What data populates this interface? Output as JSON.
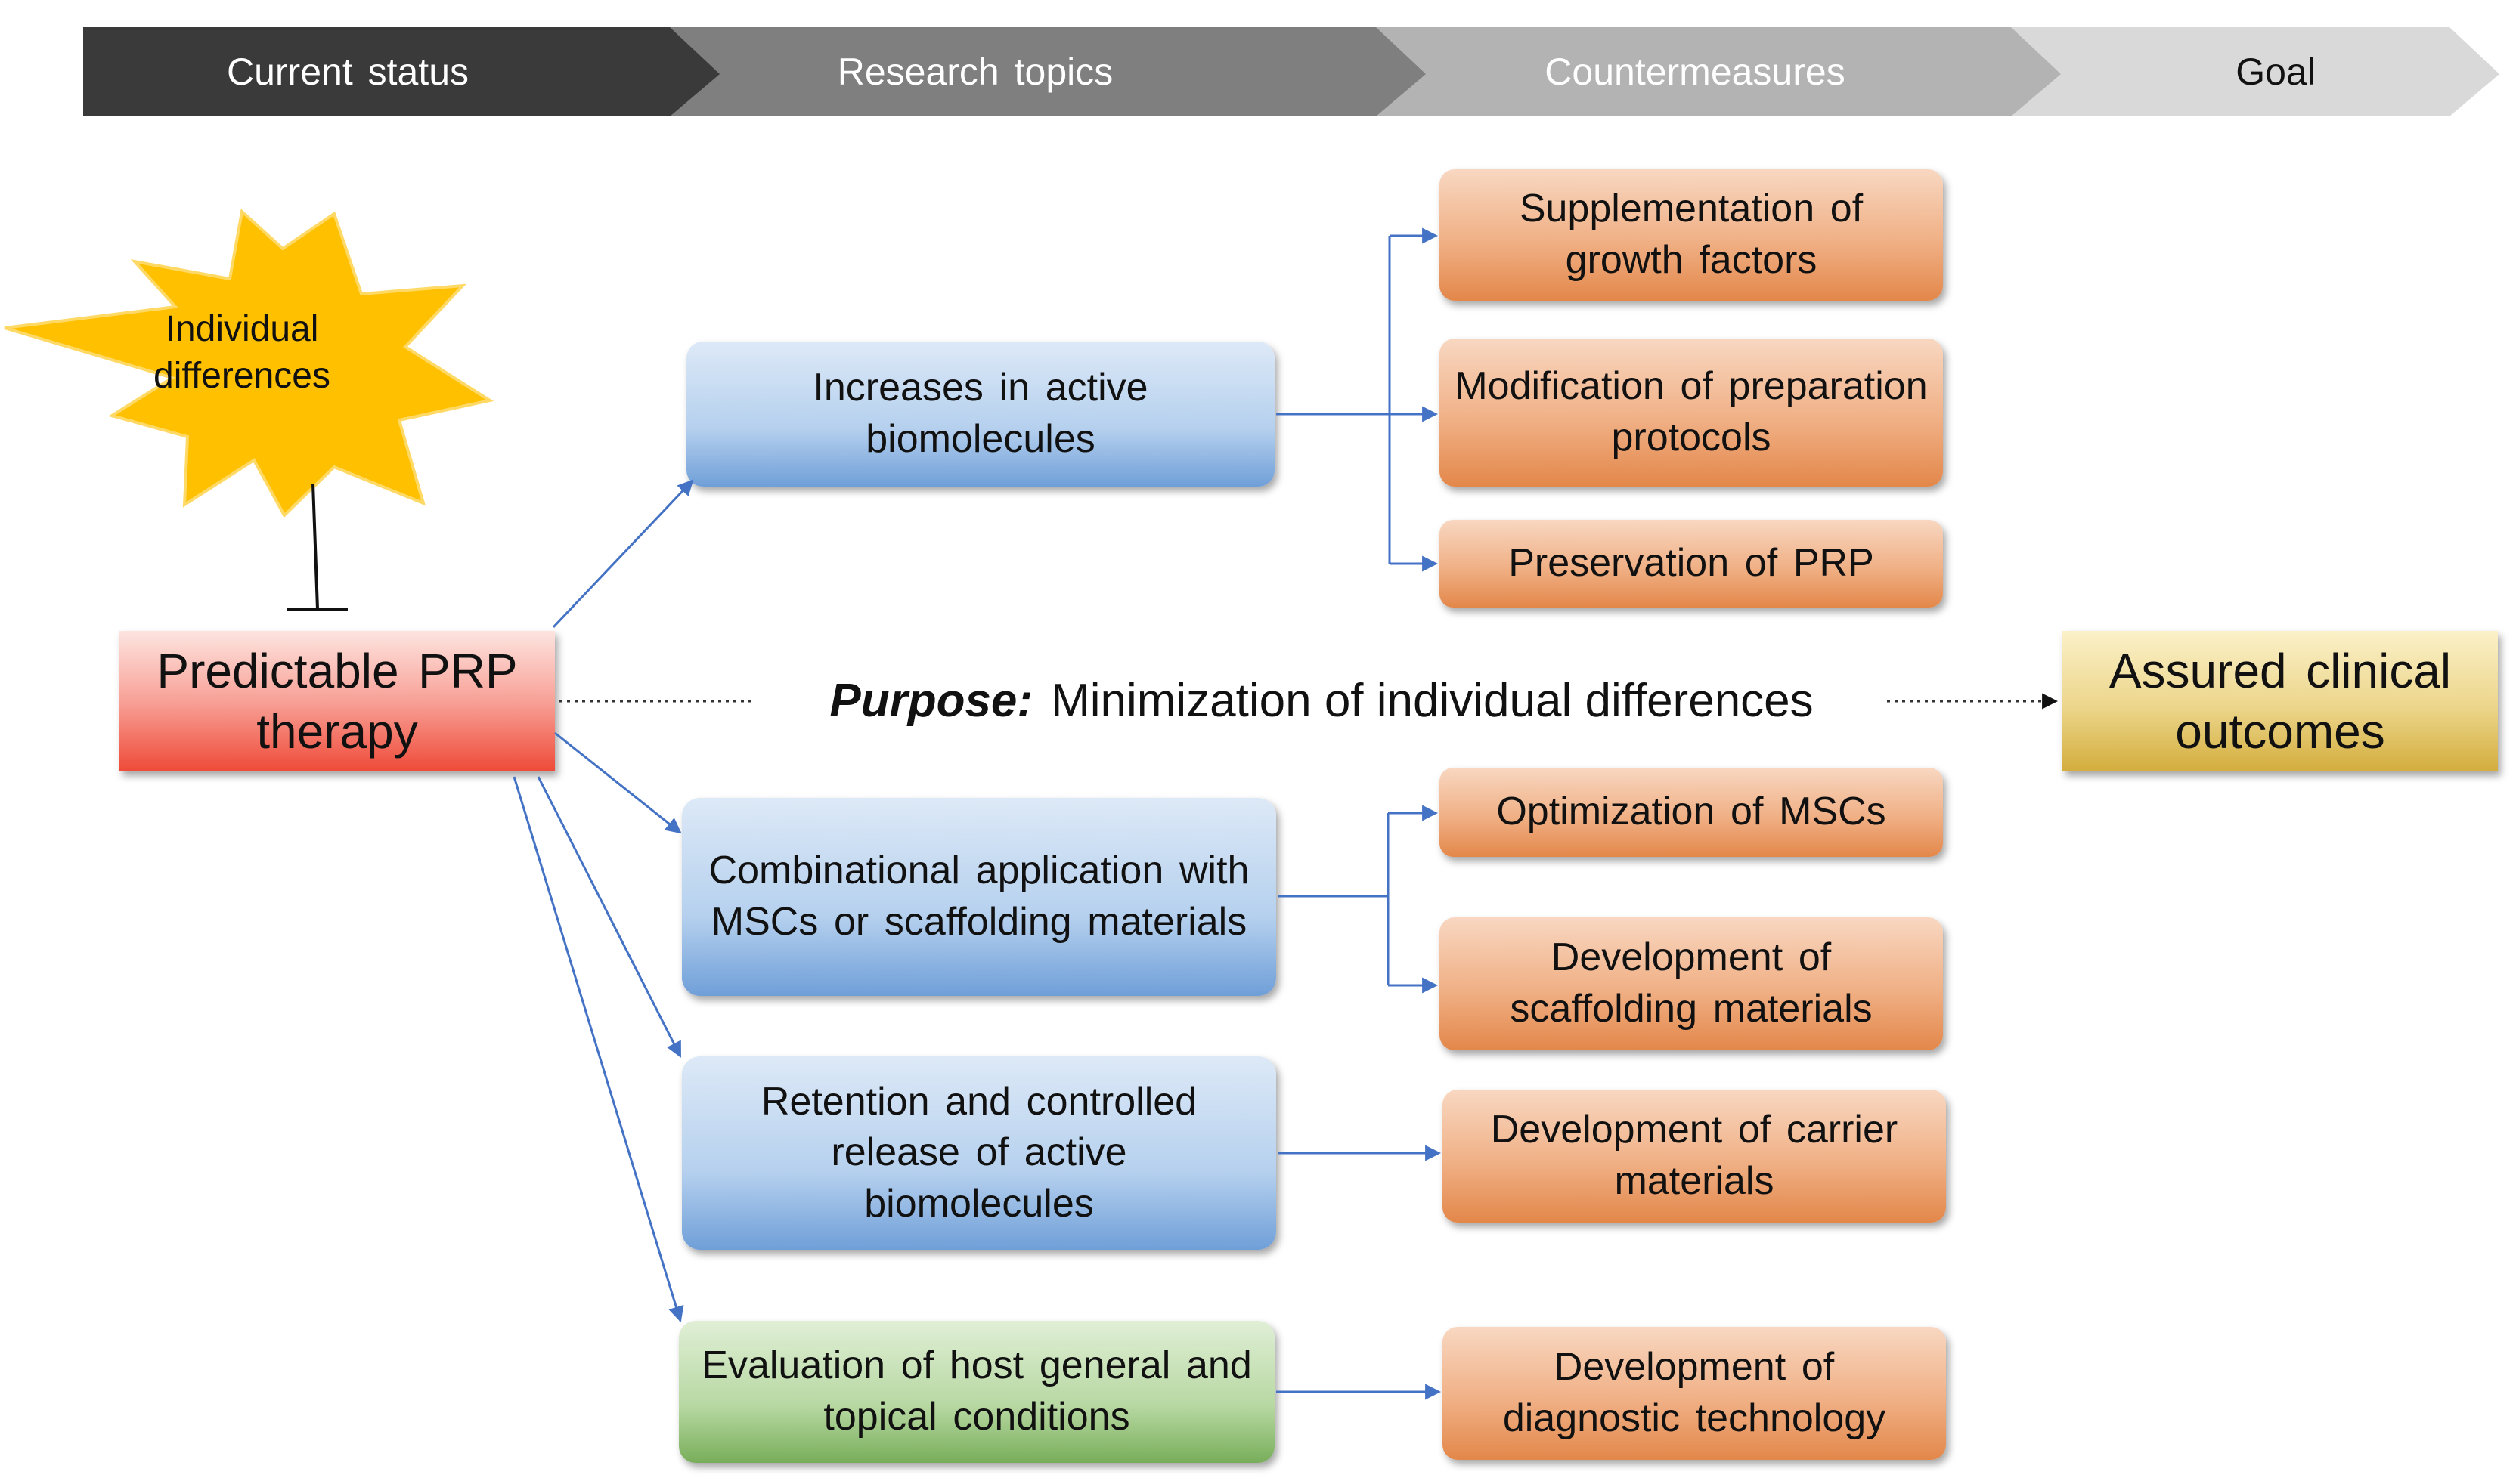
{
  "header": {
    "stages": [
      "Current status",
      "Research topics",
      "Countermeasures",
      "Goal"
    ]
  },
  "source": {
    "burst": "Individual differences",
    "center": "Predictable PRP therapy"
  },
  "purpose": {
    "label": "Purpose:",
    "text": "Minimization of individual differences"
  },
  "goal": "Assured clinical outcomes",
  "topics": [
    "Increases in active biomolecules",
    "Combinational application with MSCs or scaffolding materials",
    "Retention and controlled release of active biomolecules",
    "Evaluation of host general and topical conditions"
  ],
  "countermeasures": [
    "Supplementation of growth factors",
    "Modification of preparation protocols",
    "Preservation of PRP",
    "Optimization of MSCs",
    "Development of scaffolding materials",
    "Development of carrier materials",
    "Development of diagnostic technology"
  ],
  "colors": {
    "center": "#f55a4a",
    "topic_blue": "#a9c8ea",
    "topic_green": "#93c47d",
    "countermeasure": "#eb9a66",
    "goal": "#e3c76a",
    "burst": "#ffc000",
    "arrow": "#4472c4"
  }
}
